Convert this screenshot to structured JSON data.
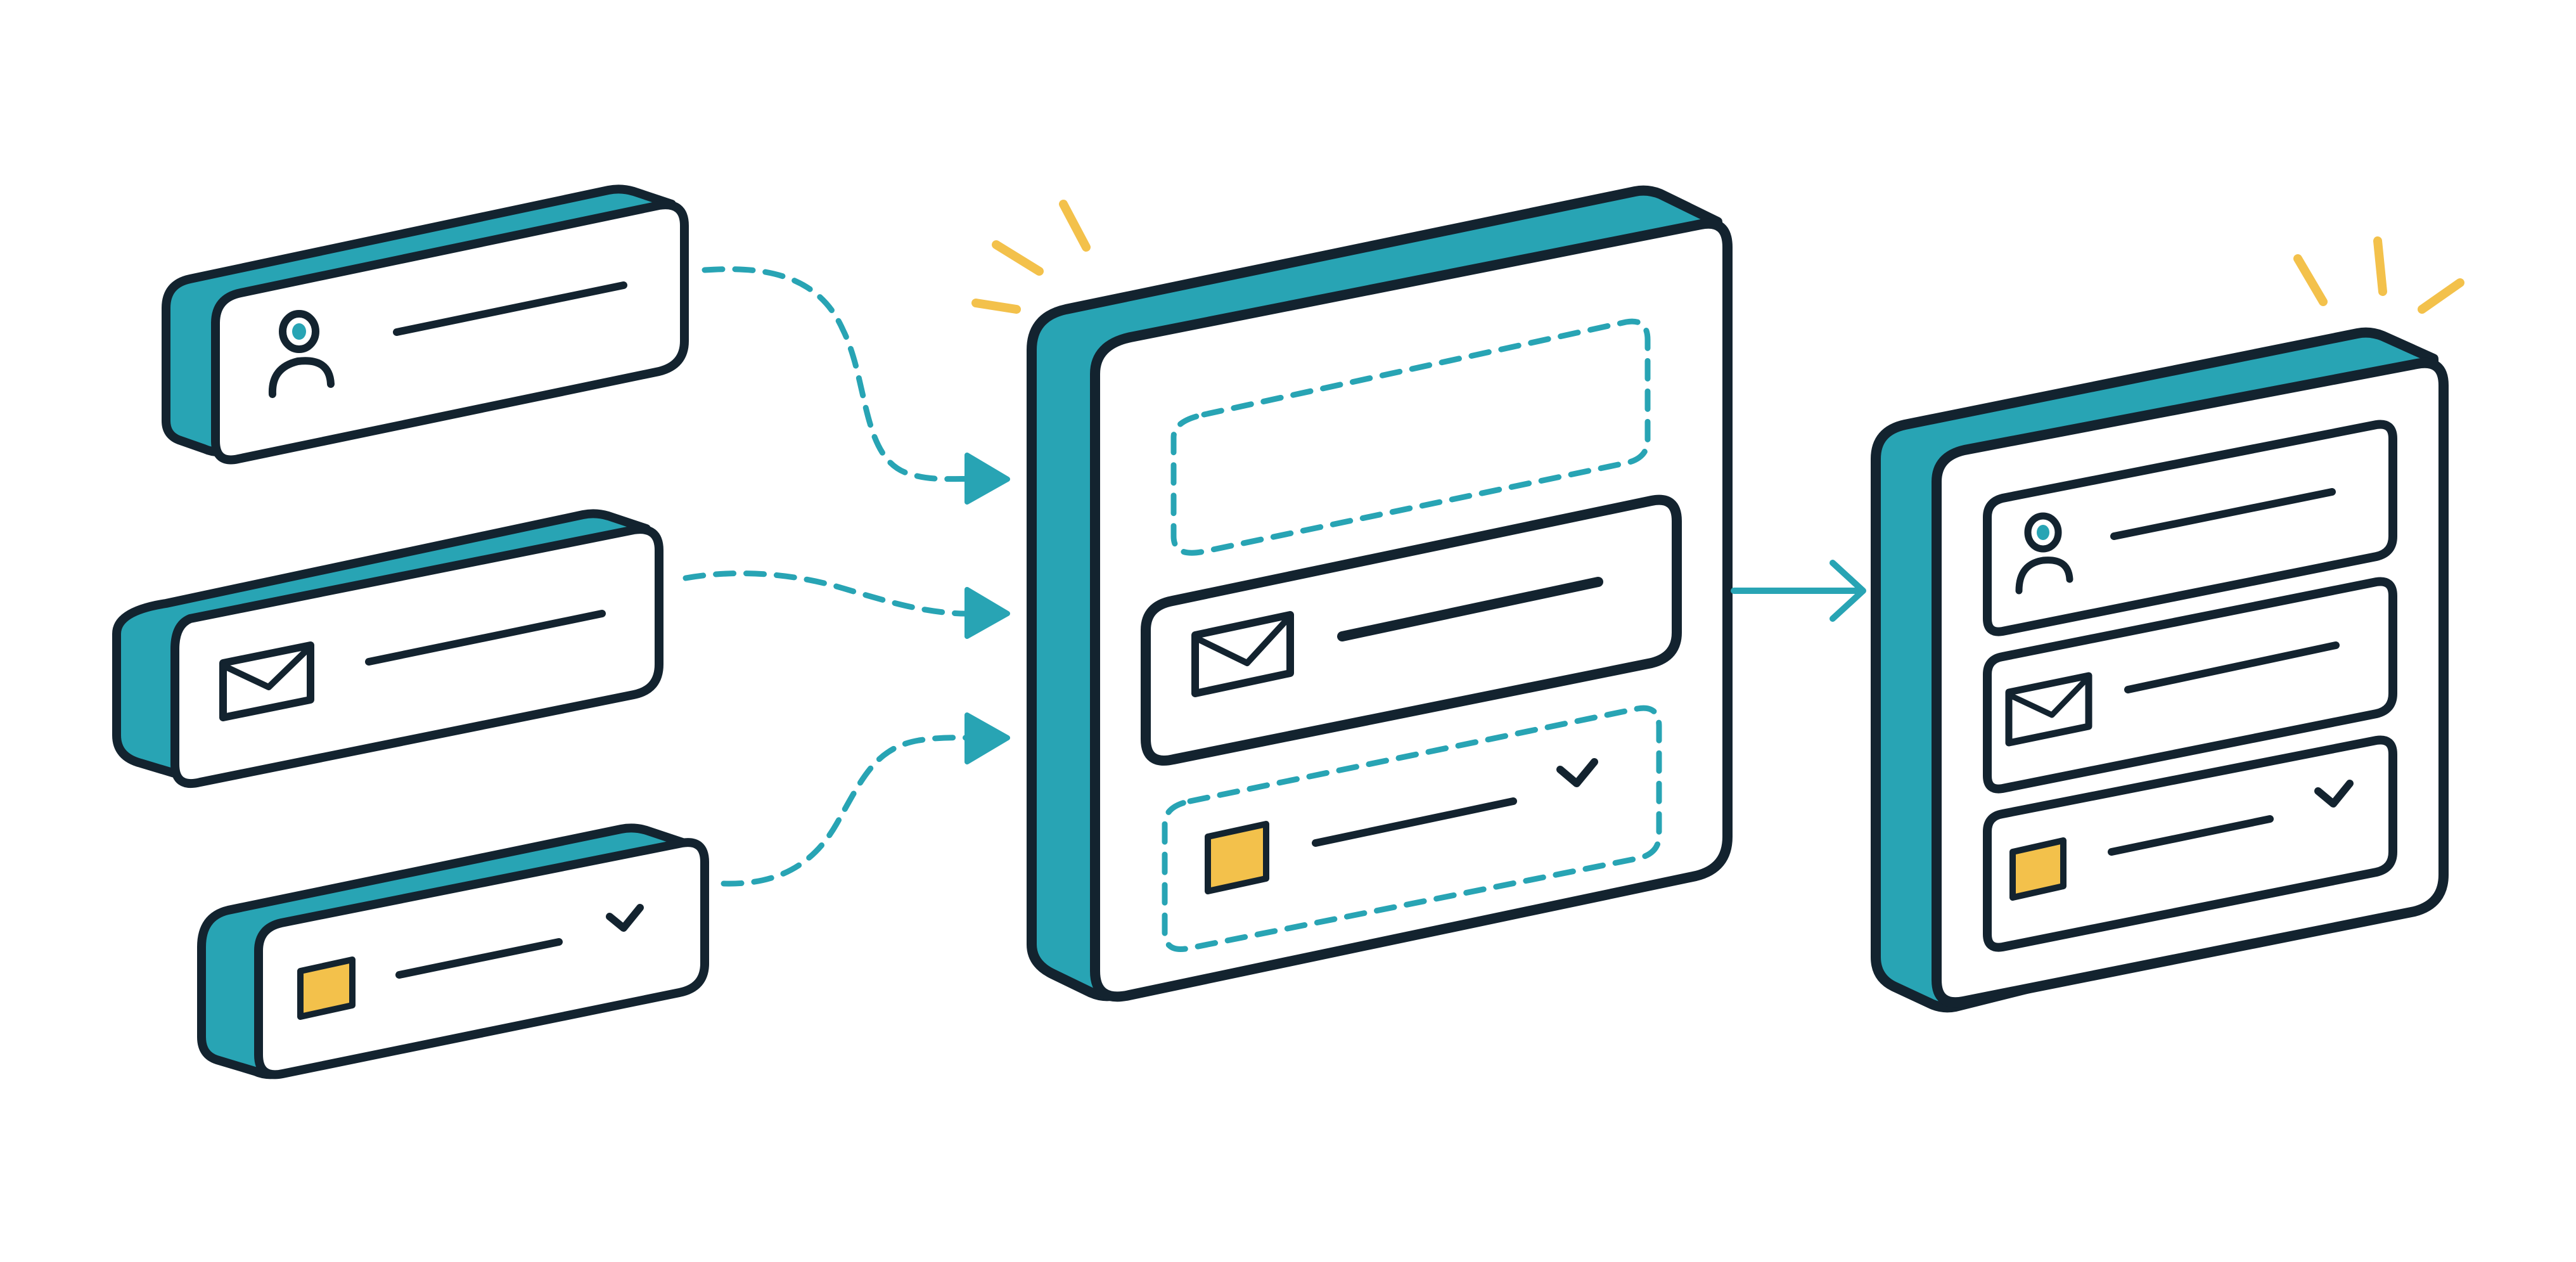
{
  "diagram": {
    "description_free": true,
    "source_cards": [
      {
        "icon": "user-icon"
      },
      {
        "icon": "envelope-icon"
      },
      {
        "icon": "checkbox-icon"
      }
    ],
    "assembling_panel_slots": [
      {
        "state": "empty"
      },
      {
        "state": "filled",
        "icon": "envelope-icon"
      },
      {
        "state": "pending",
        "icon": "checkbox-icon"
      }
    ],
    "result_panel_rows": [
      {
        "icon": "user-icon"
      },
      {
        "icon": "envelope-icon"
      },
      {
        "icon": "checkbox-icon"
      }
    ],
    "colors": {
      "ink": "#13232f",
      "teal": "#28a4b4",
      "accent_yellow": "#f3c14b",
      "background": "#ffffff"
    }
  }
}
